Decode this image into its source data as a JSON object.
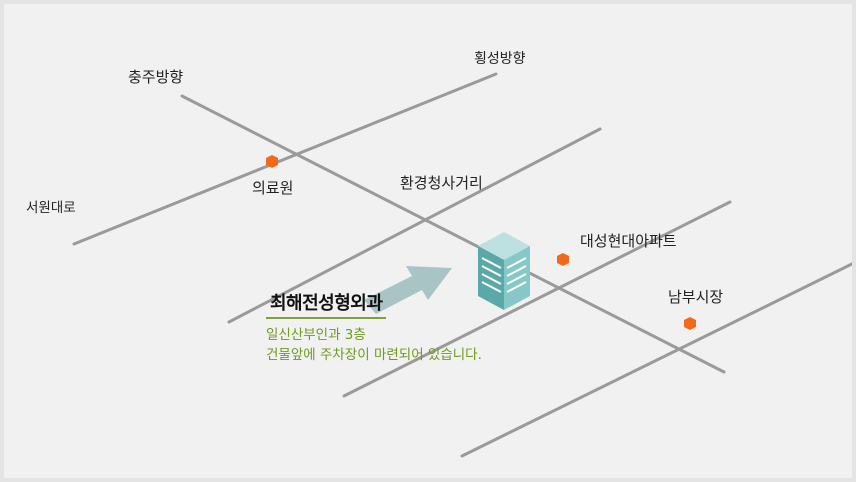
{
  "landmarks": {
    "chungju": "충주방향",
    "hoengseong": "횡성방향",
    "seowon": "서원대로",
    "medical_center": "의료원",
    "hwangyeong": "환경청사거리",
    "daeseong_apt": "대성현대아파트",
    "nambu_market": "남부시장"
  },
  "clinic": {
    "name": "최해전성형외과",
    "note_line1": "일신산부인과 3층",
    "note_line2": "건물앞에 주차장이 마련되어 있습니다."
  },
  "colors": {
    "background": "#f1f1f1",
    "road": "#9a9a9a",
    "marker": "#f06a1a",
    "building": "#7cc0c0",
    "arrow": "#a9c4c4",
    "note_text": "#6f9a1c"
  }
}
